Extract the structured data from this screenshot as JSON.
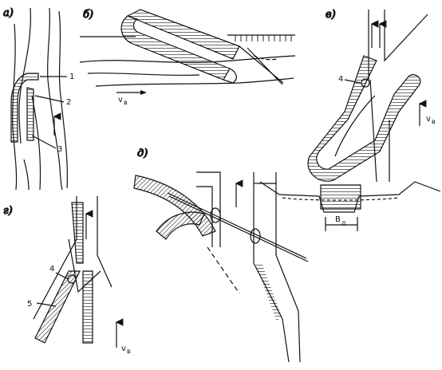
{
  "panels": [
    {
      "id": "a",
      "label": "а)"
    },
    {
      "id": "b",
      "label": "б)"
    },
    {
      "id": "v",
      "label": "в)"
    },
    {
      "id": "g",
      "label": "г)"
    },
    {
      "id": "d",
      "label": "д)"
    }
  ],
  "callouts": {
    "a1": "1",
    "a2": "2",
    "a3": "3",
    "v4": "4",
    "g4": "4",
    "g5": "5"
  },
  "flow_velocity_label": "v",
  "flow_velocity_sub": "в",
  "width_label": "B",
  "width_sub": "д"
}
